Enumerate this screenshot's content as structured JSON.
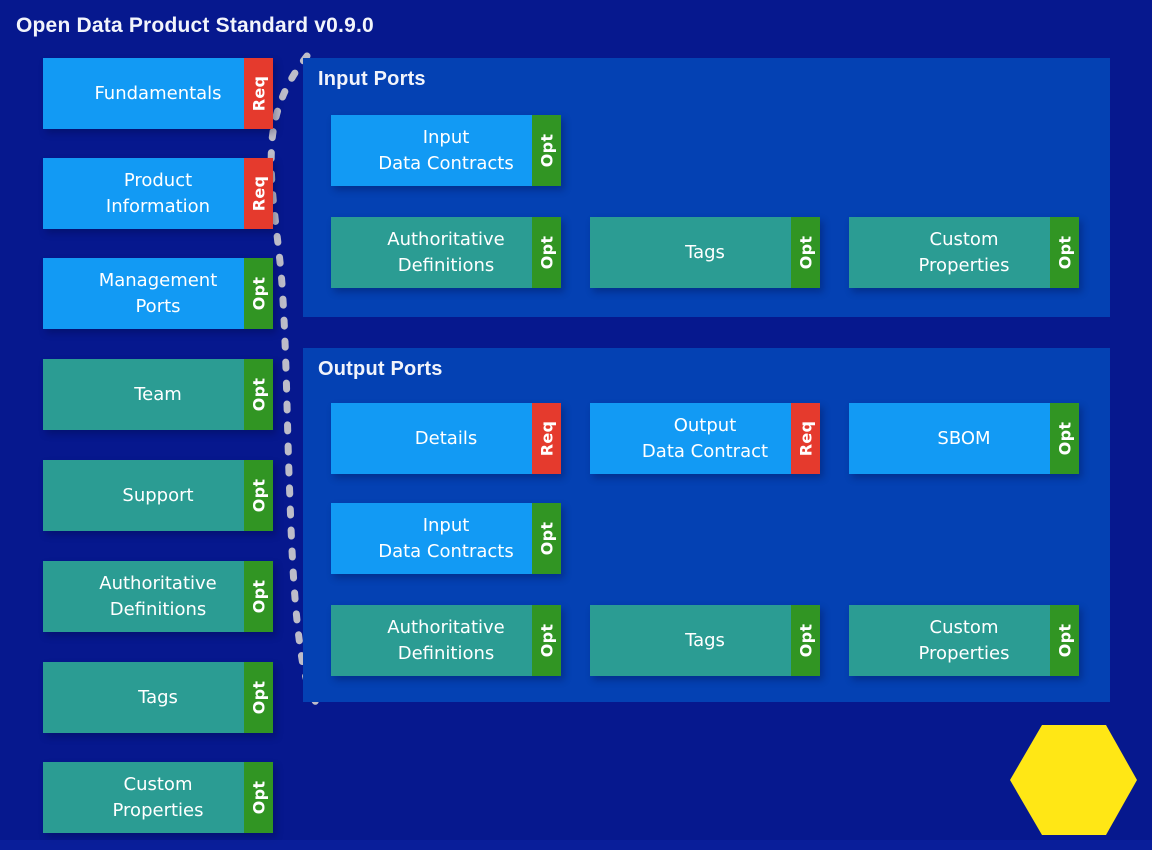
{
  "title": "Open Data Product Standard v0.9.0",
  "colors": {
    "background": "#06188E",
    "panel": "#0441B3",
    "block_blue": "#129AF4",
    "block_teal": "#2B9C93",
    "badge_required": "#E53A2D",
    "badge_optional": "#319523",
    "hexagon": "#FFE715",
    "dotted_line": "#BDBDC9",
    "text": "#FFFFFF"
  },
  "left_column": {
    "items": [
      {
        "lines": [
          "Fundamentals"
        ],
        "badge": "Req"
      },
      {
        "lines": [
          "Product",
          "Information"
        ],
        "badge": "Req"
      },
      {
        "lines": [
          "Management",
          "Ports"
        ],
        "badge": "Opt"
      },
      {
        "lines": [
          "Team"
        ],
        "badge": "Opt"
      },
      {
        "lines": [
          "Support"
        ],
        "badge": "Opt"
      },
      {
        "lines": [
          "Authoritative",
          "Definitions"
        ],
        "badge": "Opt"
      },
      {
        "lines": [
          "Tags"
        ],
        "badge": "Opt"
      },
      {
        "lines": [
          "Custom",
          "Properties"
        ],
        "badge": "Opt"
      }
    ]
  },
  "input_ports": {
    "title": "Input Ports",
    "items": [
      {
        "lines": [
          "Input",
          "Data Contracts"
        ],
        "badge": "Opt"
      },
      {
        "lines": [
          "Authoritative",
          "Definitions"
        ],
        "badge": "Opt"
      },
      {
        "lines": [
          "Tags"
        ],
        "badge": "Opt"
      },
      {
        "lines": [
          "Custom",
          "Properties"
        ],
        "badge": "Opt"
      }
    ]
  },
  "output_ports": {
    "title": "Output Ports",
    "items": [
      {
        "lines": [
          "Details"
        ],
        "badge": "Req"
      },
      {
        "lines": [
          "Output",
          "Data Contract"
        ],
        "badge": "Req"
      },
      {
        "lines": [
          "SBOM"
        ],
        "badge": "Opt"
      },
      {
        "lines": [
          "Input",
          "Data Contracts"
        ],
        "badge": "Opt"
      },
      {
        "lines": [
          "Authoritative",
          "Definitions"
        ],
        "badge": "Opt"
      },
      {
        "lines": [
          "Tags"
        ],
        "badge": "Opt"
      },
      {
        "lines": [
          "Custom",
          "Properties"
        ],
        "badge": "Opt"
      }
    ]
  },
  "decoration": {
    "shape": "yellow-hexagon"
  }
}
